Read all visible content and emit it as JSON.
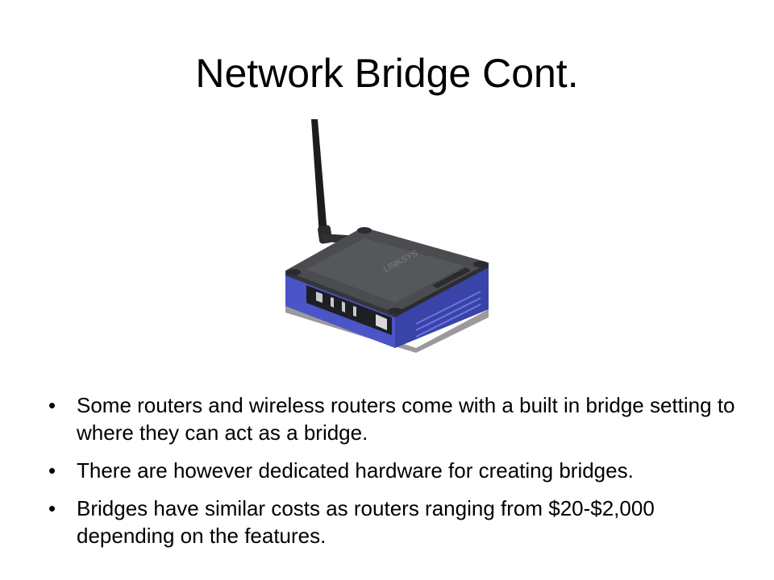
{
  "slide": {
    "title": "Network Bridge Cont.",
    "image": {
      "icon": "wireless-router-icon",
      "brand_text": "LINKSYS"
    },
    "bullets": [
      "Some routers and wireless routers come with a built in bridge setting to where they can act as a bridge.",
      "There are however dedicated hardware for creating bridges.",
      "Bridges have similar costs as routers ranging from $20-$2,000 depending on the features."
    ],
    "bullet_glyph": "•"
  },
  "colors": {
    "router_body": "#4a4c4f",
    "router_accent": "#4b55c8",
    "text": "#000000"
  }
}
